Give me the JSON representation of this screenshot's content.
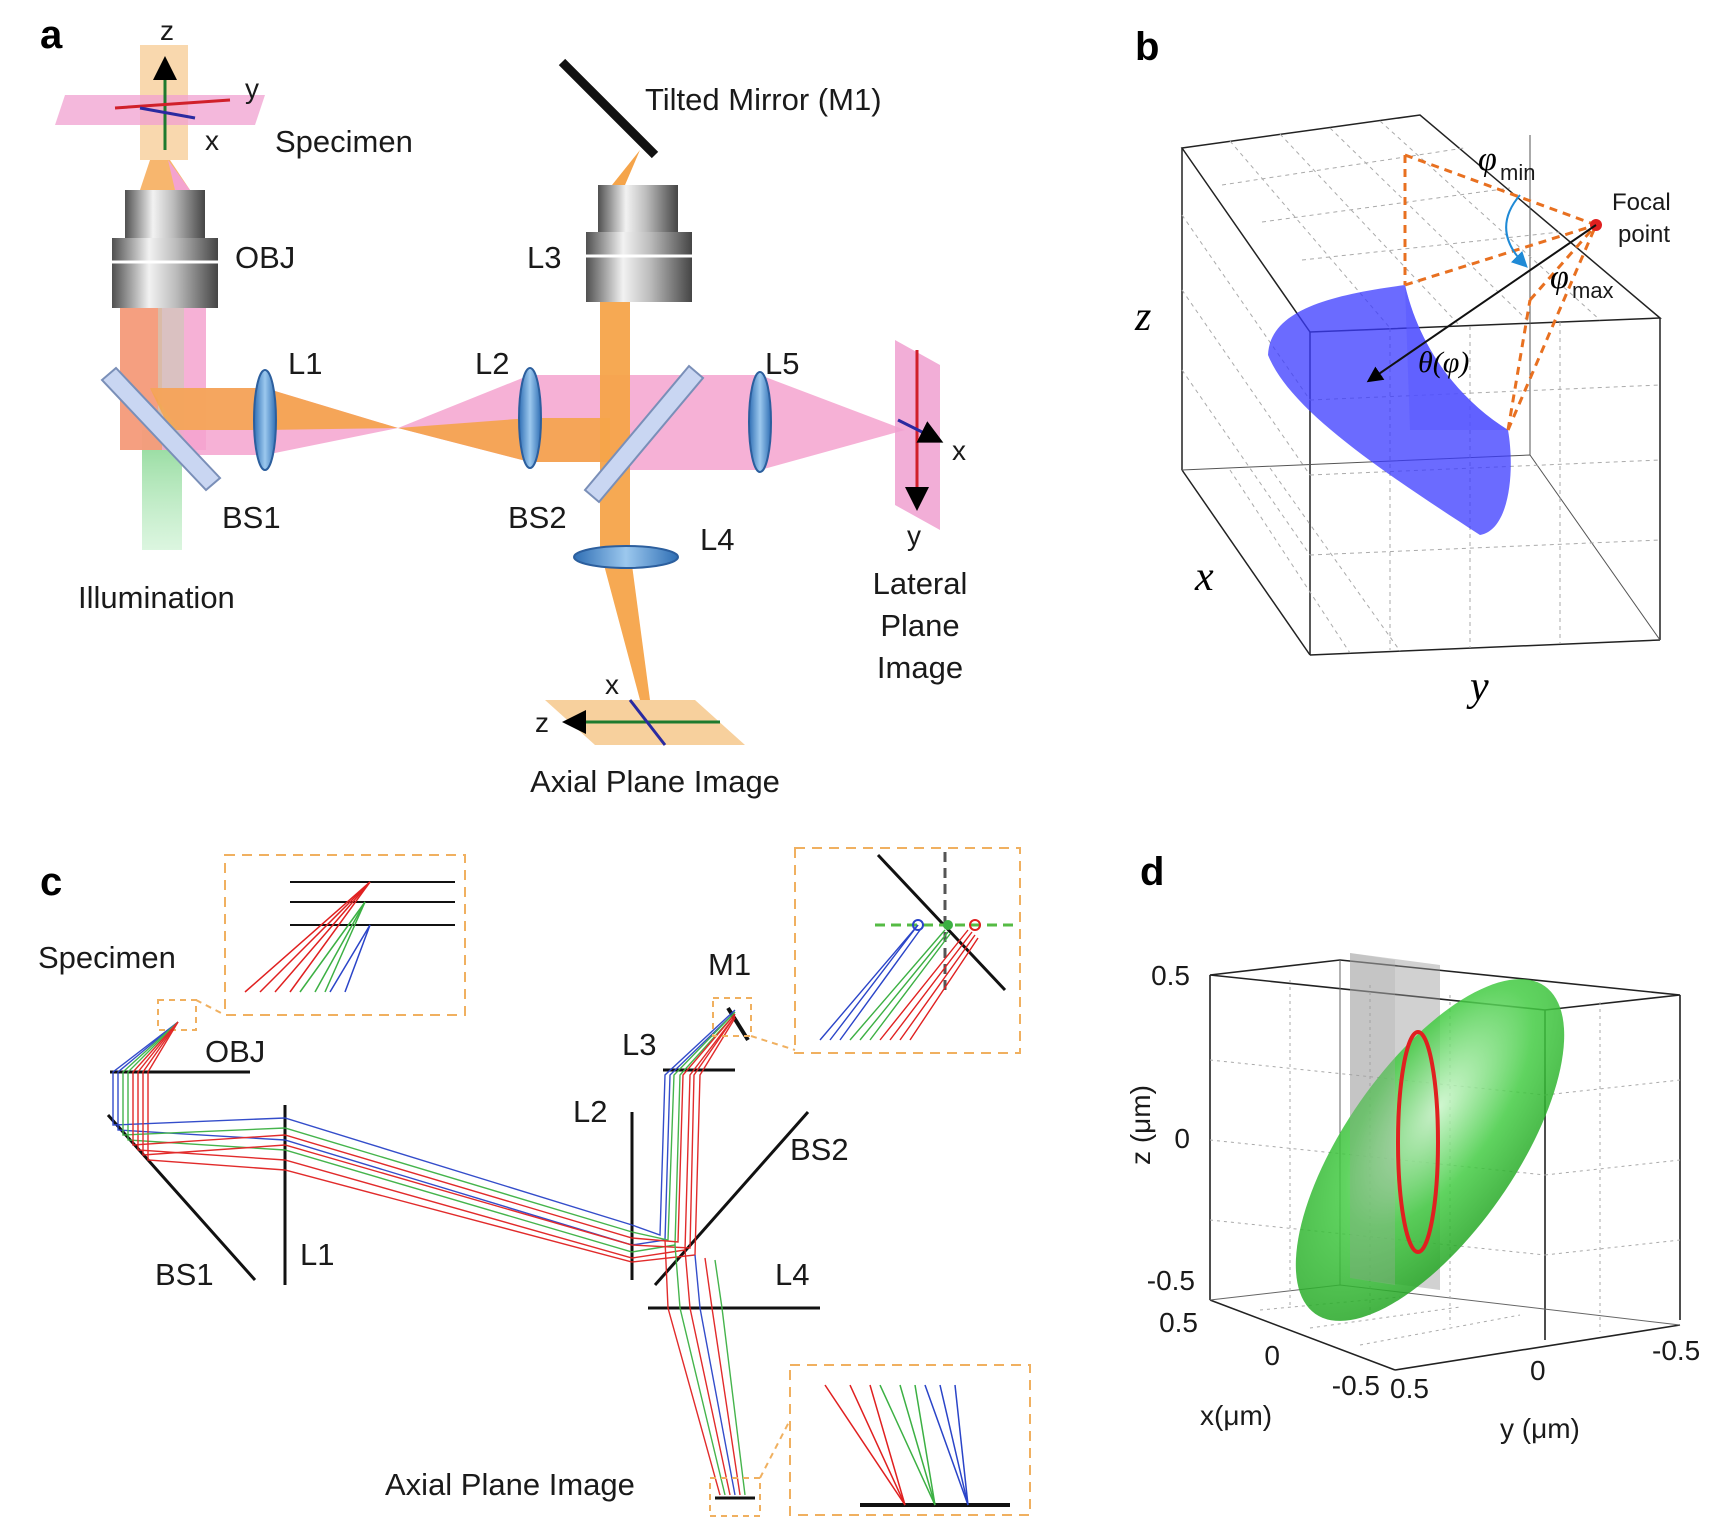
{
  "panels": {
    "a": {
      "letter": "a",
      "axes_top": {
        "z": "z",
        "y": "y",
        "x": "x"
      },
      "specimen": "Specimen",
      "obj": "OBJ",
      "tilted_mirror": "Tilted Mirror (M1)",
      "l1": "L1",
      "l2": "L2",
      "l3": "L3",
      "l4": "L4",
      "l5": "L5",
      "bs1": "BS1",
      "bs2": "BS2",
      "illumination": "Illumination",
      "lateral": {
        "x": "x",
        "y": "y",
        "line1": "Lateral",
        "line2": "Plane",
        "line3": "Image"
      },
      "axial": {
        "x": "x",
        "z": "z",
        "label": "Axial Plane Image"
      }
    },
    "b": {
      "letter": "b",
      "phi_min": "φ",
      "phi_min_sub": "min",
      "phi_max": "φ",
      "phi_max_sub": "max",
      "focal1": "Focal",
      "focal2": "point",
      "theta": "θ(φ)",
      "z": "z",
      "x": "x",
      "y": "y"
    },
    "c": {
      "letter": "c",
      "specimen": "Specimen",
      "obj": "OBJ",
      "m1": "M1",
      "l1": "L1",
      "l2": "L2",
      "l3": "L3",
      "l4": "L4",
      "bs1": "BS1",
      "bs2": "BS2",
      "axial": "Axial Plane Image"
    },
    "d": {
      "letter": "d",
      "z_ticks": [
        "0.5",
        "0",
        "-0.5"
      ],
      "x_ticks": [
        "0.5",
        "0",
        "-0.5"
      ],
      "y_ticks": [
        "0.5",
        "0",
        "-0.5"
      ],
      "zlabel": "z (μm)",
      "xlabel": "x(μm)",
      "ylabel": "y (μm)"
    }
  },
  "colors": {
    "orange_beam": "#f5a44a",
    "pink_beam": "#f4a3cf",
    "green_illum": "#9fdca0",
    "blue_surface": "#2a2aff",
    "green_ellipsoid": "#33cc33",
    "red": "#e02020",
    "dash_orange": "#f0b060"
  }
}
